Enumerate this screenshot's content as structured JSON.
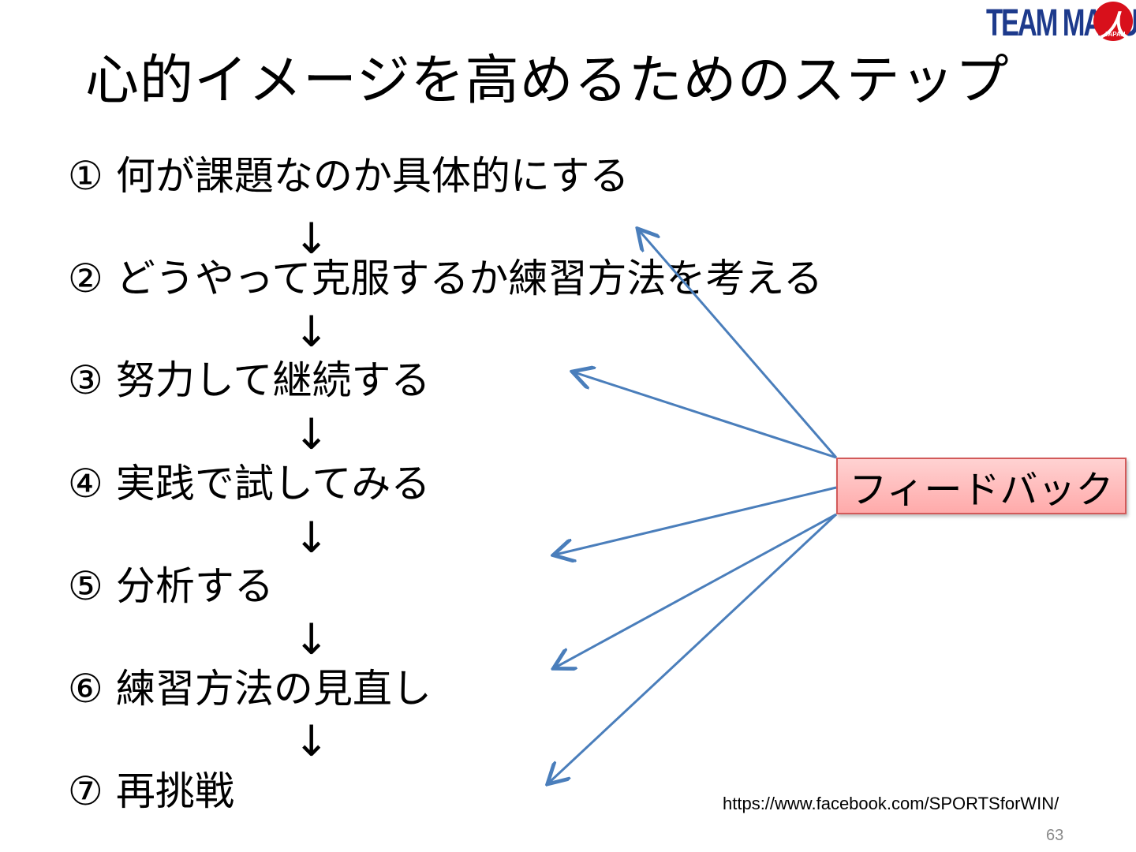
{
  "title": "心的イメージを高めるためのステップ",
  "logo": {
    "text": "TEAM MARU",
    "badge_mark": "人",
    "badge_sub": "JAPAN"
  },
  "steps": [
    {
      "num": "①",
      "text": "何が課題なのか具体的にする"
    },
    {
      "num": "②",
      "text": "どうやって克服するか練習方法を考える"
    },
    {
      "num": "③",
      "text": "努力して継続する"
    },
    {
      "num": "④",
      "text": "実践で試してみる"
    },
    {
      "num": "⑤",
      "text": "分析する"
    },
    {
      "num": "⑥",
      "text": "練習方法の見直し"
    },
    {
      "num": "⑦",
      "text": "再挑戦"
    }
  ],
  "down_arrow": "↓",
  "feedback": "フィードバック",
  "url": "https://www.facebook.com/SPORTSforWIN/",
  "page_number": "63",
  "colors": {
    "arrow": "#4a7ebb",
    "box_border": "#d25a5a",
    "logo_blue": "#1d3a8c",
    "logo_red": "#d8101b"
  }
}
